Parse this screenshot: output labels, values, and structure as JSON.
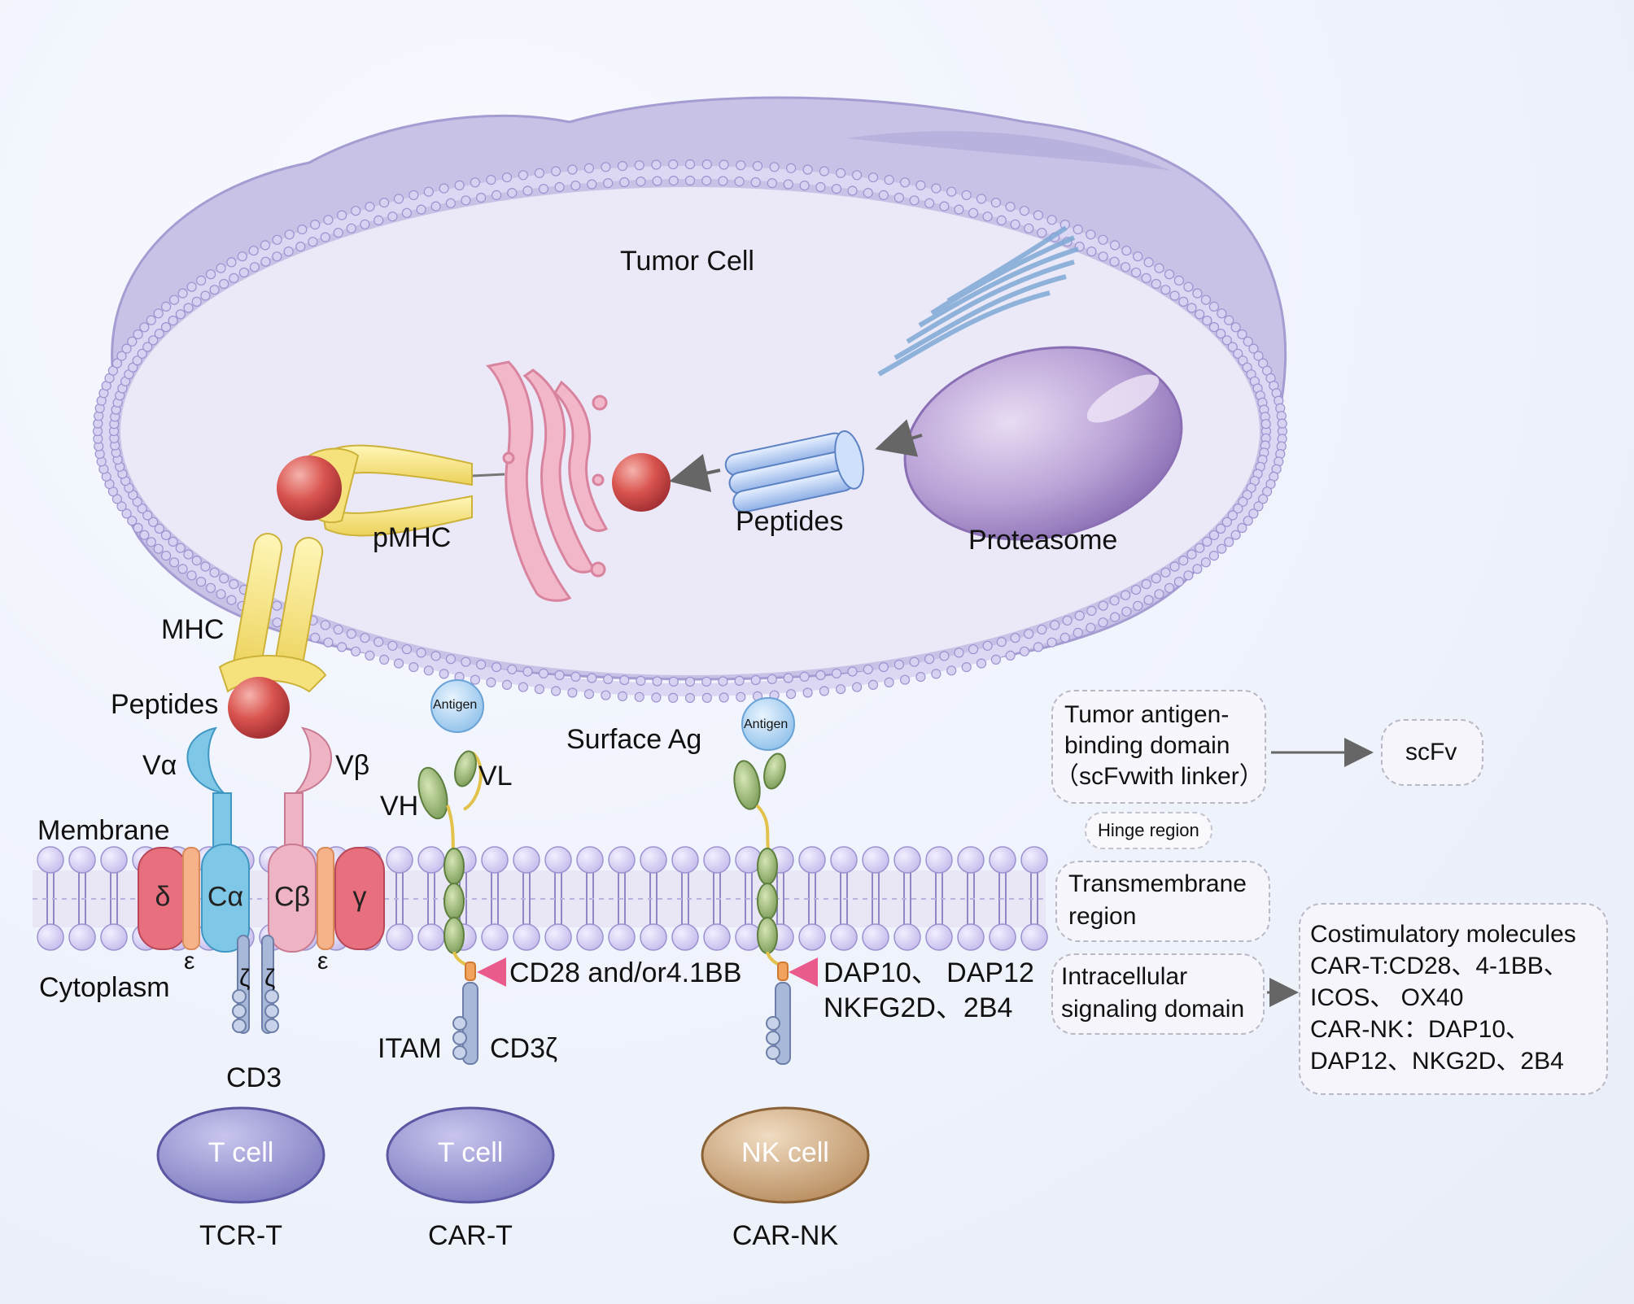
{
  "tumor_cell": {
    "label": "Tumor Cell"
  },
  "tumor_parts": {
    "pmhc": "pMHC",
    "peptides": "Peptides",
    "proteasome": "Proteasome"
  },
  "tcr": {
    "mhc": "MHC",
    "peptides": "Peptides",
    "v_alpha": "Vα",
    "v_beta": "Vβ",
    "membrane": "Membrane",
    "cytoplasm": "Cytoplasm",
    "delta": "δ",
    "c_alpha": "Cα",
    "c_beta": "Cβ",
    "gamma": "γ",
    "epsilon_left": "ε",
    "epsilon_right": "ε",
    "zeta_left": "ζ",
    "zeta_right": "ζ",
    "cd3": "CD3"
  },
  "car_t": {
    "antigen": "Antigen",
    "vl": "VL",
    "vh": "VH",
    "costim": "CD28 and/or4.1BB",
    "itam": "ITAM",
    "cd3z": "CD3ζ"
  },
  "car_nk": {
    "surface_ag": "Surface Ag",
    "antigen": "Antigen",
    "costim_line1": "DAP10、 DAP12",
    "costim_line2": "NKFG2D、2B4"
  },
  "cells": [
    {
      "name": "T cell",
      "caption": "TCR-T",
      "color": "#8f8cc9"
    },
    {
      "name": "T cell",
      "caption": "CAR-T",
      "color": "#8f8cc9"
    },
    {
      "name": "NK cell",
      "caption": "CAR-NK",
      "color": "#c9a47a"
    }
  ],
  "legend": {
    "binding_line1": "Tumor antigen-",
    "binding_line2": "binding domain",
    "binding_line3": "（scFvwith linker）",
    "scfv": "scFv",
    "hinge": "Hinge region",
    "tm_line1": "Transmembrane",
    "tm_line2": "region",
    "intra_line1": "Intracellular",
    "intra_line2": "signaling domain",
    "costim_title": "Costimulatory molecules",
    "costim_line2": "CAR-T:CD28、4-1BB、",
    "costim_line3": "ICOS、 OX40",
    "costim_line4": "CAR-NK：DAP10、",
    "costim_line5": "DAP12、NKG2D、2B4"
  },
  "colors": {
    "lipid_head": "#d8d2f2",
    "lipid_edge": "#9c93cf",
    "tumor_fill": "#d2cdea",
    "mhc_yellow": "#f5e27a",
    "peptide_red": "#d9544f",
    "tcr_blue": "#7ec7e6",
    "tcr_pink": "#efb4c4",
    "cd3_red": "#e8707e",
    "domain_green": "#8fae6a",
    "costim_orange": "#f2a35e"
  }
}
